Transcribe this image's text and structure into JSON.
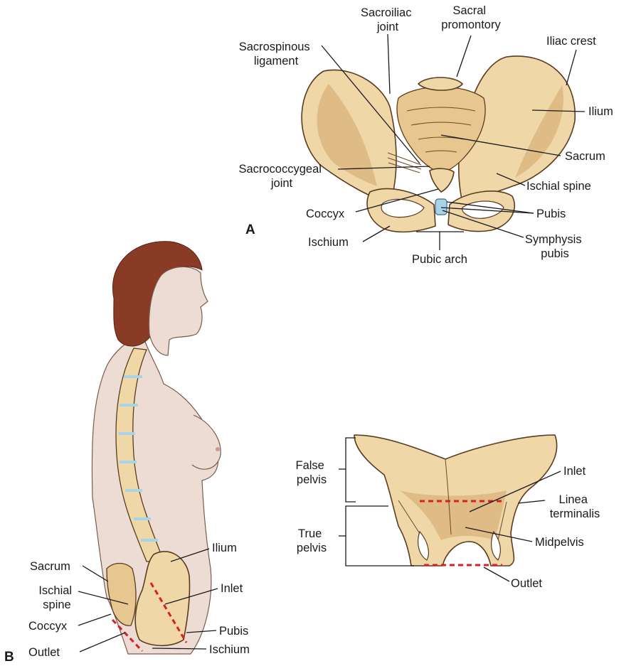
{
  "panels": {
    "a": "A",
    "b": "B"
  },
  "panel_a_labels": {
    "sacroiliac_joint": [
      "Sacroiliac",
      "joint"
    ],
    "sacral_promontory": [
      "Sacral",
      "promontory"
    ],
    "iliac_crest": "Iliac crest",
    "sacrospinous_ligament": [
      "Sacrospinous",
      "ligament"
    ],
    "ilium": "Ilium",
    "sacrum": "Sacrum",
    "sacrococcygeal_joint": [
      "Sacrococcygeal",
      "joint"
    ],
    "ischial_spine": "Ischial spine",
    "coccyx": "Coccyx",
    "pubis": "Pubis",
    "ischium": "Ischium",
    "symphysis_pubis": [
      "Symphysis",
      "pubis"
    ],
    "pubic_arch": "Pubic arch"
  },
  "panel_b_labels": {
    "ilium": "Ilium",
    "sacrum": "Sacrum",
    "inlet": "Inlet",
    "ischial_spine": [
      "Ischial",
      "spine"
    ],
    "coccyx": "Coccyx",
    "pubis": "Pubis",
    "outlet": "Outlet",
    "ischium": "Ischium"
  },
  "frontal_pelvis_labels": {
    "false_pelvis": [
      "False",
      "pelvis"
    ],
    "true_pelvis": [
      "True",
      "pelvis"
    ],
    "inlet": "Inlet",
    "linea_terminalis": [
      "Linea",
      "terminalis"
    ],
    "midpelvis": "Midpelvis",
    "outlet": "Outlet"
  },
  "colors": {
    "bone": "#f0d7a8",
    "bone_outline": "#5a3c1e",
    "skin": "#eddcd3",
    "hair": "#8a3b26",
    "inlet_outlet_line": "#d81f26",
    "intervertebral_disc": "#a9d3e6"
  }
}
